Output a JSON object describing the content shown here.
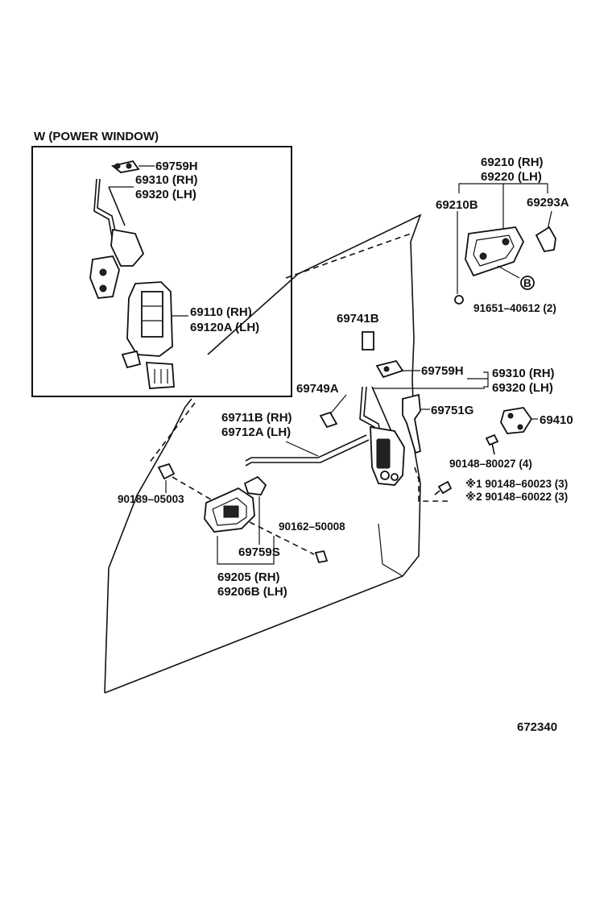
{
  "inset": {
    "title": "W (POWER WINDOW)"
  },
  "labels": {
    "inset_clip": "69759H",
    "inset_rod_rh": "69310 (RH)",
    "inset_rod_lh": "69320 (LH)",
    "inset_lock_rh": "69110   (RH)",
    "inset_lock_lh": "69120A (LH)",
    "outer_handle_rh": "69210 (RH)",
    "outer_handle_lh": "69220 (LH)",
    "handle_pad": "69210B",
    "handle_clip": "69293A",
    "bolt_916": "91651–40612 (2)",
    "clip_69741b": "69741B",
    "clip_69759h": "69759H",
    "rod_rh": "69310 (RH)",
    "rod_lh": "69320 (LH)",
    "clip_69749a": "69749A",
    "protector": "69751G",
    "striker": "69410",
    "link_rh": "69711B (RH)",
    "link_lh": "69712A (LH)",
    "screw_80027": "90148–80027 (4)",
    "screw_60023": "※1 90148–60023 (3)",
    "screw_60022": "※2 90148–60022 (3)",
    "clip_05003": "90189–05003",
    "screw_50008": "90162–50008",
    "clip_69759s": "69759S",
    "inside_handle_rh": "69205    (RH)",
    "inside_handle_lh": "69206B (LH)",
    "bolt_marker": "B",
    "figure_number": "672340"
  }
}
